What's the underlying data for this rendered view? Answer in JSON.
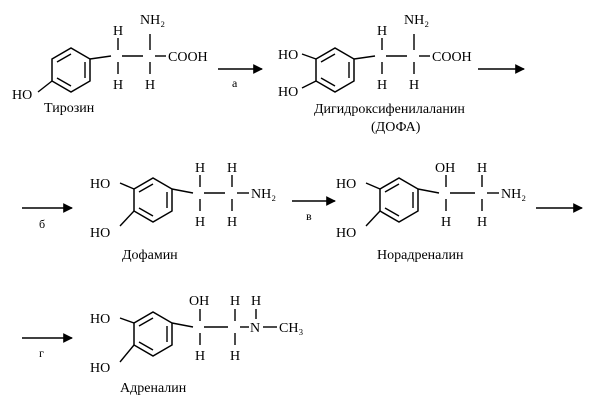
{
  "groups": {
    "nh2": "NH₂",
    "cooh": "COOH",
    "oh": "OH",
    "ho": "HO",
    "h": "H",
    "n": "N",
    "ch3": "CH₃"
  },
  "compounds": {
    "tyrosine": "Тирозин",
    "dopa": "Дигидроксифенилаланин",
    "dopa_abbr": "(ДОФА)",
    "dopamine": "Дофамин",
    "noradrenaline": "Норадреналин",
    "adrenaline": "Адреналин"
  },
  "steps": {
    "a": "а",
    "b": "б",
    "v": "в",
    "g": "г"
  }
}
